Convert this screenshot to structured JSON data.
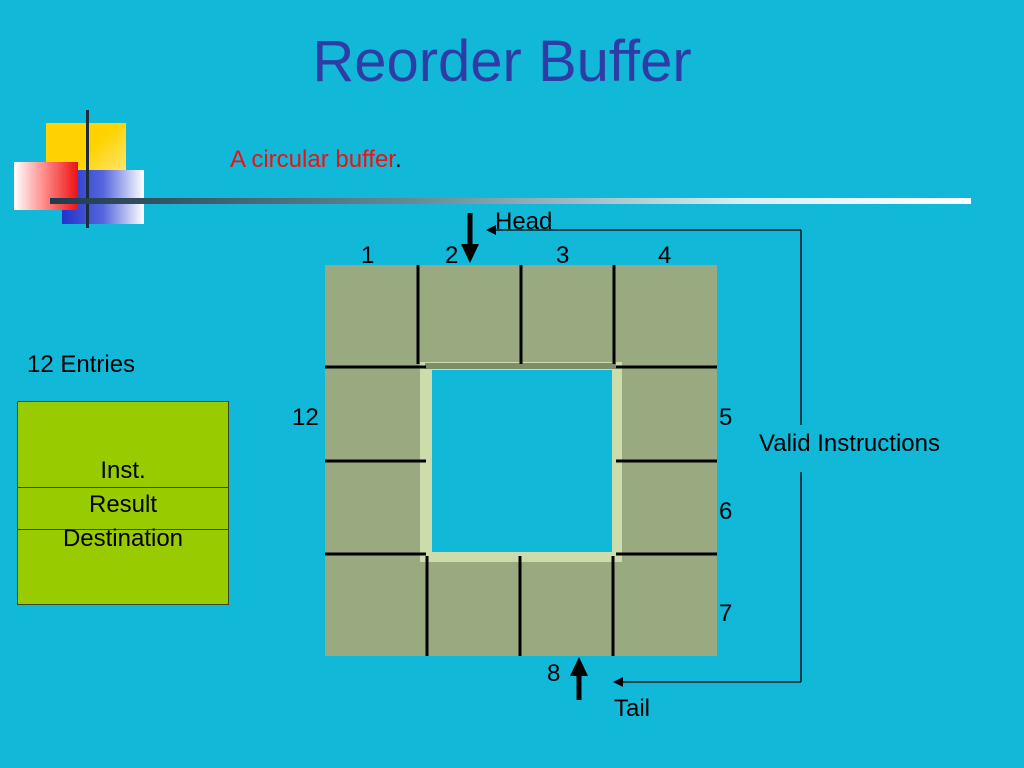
{
  "slide": {
    "title": "Reorder Buffer",
    "subtitle": "A circular buffer",
    "subtitle_period": "."
  },
  "entry_format": {
    "label": "12 Entries",
    "fields": [
      "Inst.",
      "Result",
      "Destination"
    ],
    "fill_color": "#99cc00"
  },
  "buffer": {
    "entry_count": 12,
    "top_numbers": [
      "1",
      "2",
      "3",
      "4"
    ],
    "right_numbers": [
      "5",
      "6",
      "7"
    ],
    "bottom_number": "8",
    "left_number": "12",
    "head_label": "Head",
    "tail_label": "Tail",
    "valid_label": "Valid Instructions",
    "slot_color": "#9aaa80",
    "background_color": "#12b8d8"
  }
}
